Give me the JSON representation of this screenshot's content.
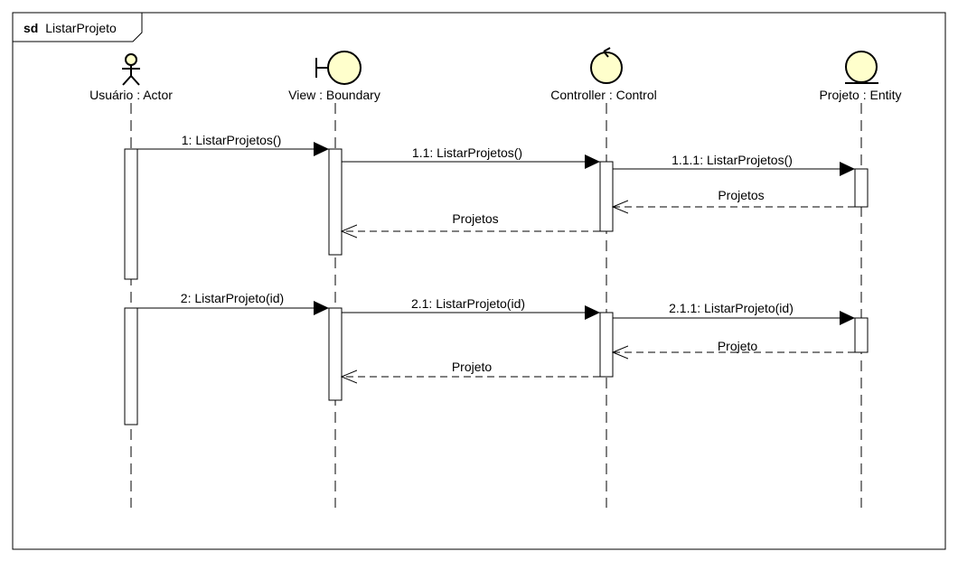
{
  "frame": {
    "keyword": "sd",
    "name": "ListarProjeto"
  },
  "colors": {
    "fill": "#ffffcc",
    "stroke": "#000000",
    "background": "#ffffff"
  },
  "participants": [
    {
      "id": "p1",
      "label": "Usuário : Actor",
      "icon": "actor-icon"
    },
    {
      "id": "p2",
      "label": "View : Boundary",
      "icon": "boundary-icon"
    },
    {
      "id": "p3",
      "label": "Controller : Control",
      "icon": "control-icon"
    },
    {
      "id": "p4",
      "label": "Projeto : Entity",
      "icon": "entity-icon"
    }
  ],
  "messages": [
    {
      "id": "m1",
      "text": "1: ListarProjetos()",
      "from": "p1",
      "to": "p2",
      "kind": "call"
    },
    {
      "id": "m2",
      "text": "1.1: ListarProjetos()",
      "from": "p2",
      "to": "p3",
      "kind": "call"
    },
    {
      "id": "m3",
      "text": "1.1.1: ListarProjetos()",
      "from": "p3",
      "to": "p4",
      "kind": "call"
    },
    {
      "id": "m4",
      "text": "Projetos",
      "from": "p4",
      "to": "p3",
      "kind": "return"
    },
    {
      "id": "m5",
      "text": "Projetos",
      "from": "p3",
      "to": "p2",
      "kind": "return"
    },
    {
      "id": "m6",
      "text": "2: ListarProjeto(id)",
      "from": "p1",
      "to": "p2",
      "kind": "call"
    },
    {
      "id": "m7",
      "text": "2.1: ListarProjeto(id)",
      "from": "p2",
      "to": "p3",
      "kind": "call"
    },
    {
      "id": "m8",
      "text": "2.1.1: ListarProjeto(id)",
      "from": "p3",
      "to": "p4",
      "kind": "call"
    },
    {
      "id": "m9",
      "text": "Projeto",
      "from": "p4",
      "to": "p3",
      "kind": "return"
    },
    {
      "id": "m10",
      "text": "Projeto",
      "from": "p3",
      "to": "p2",
      "kind": "return"
    }
  ]
}
